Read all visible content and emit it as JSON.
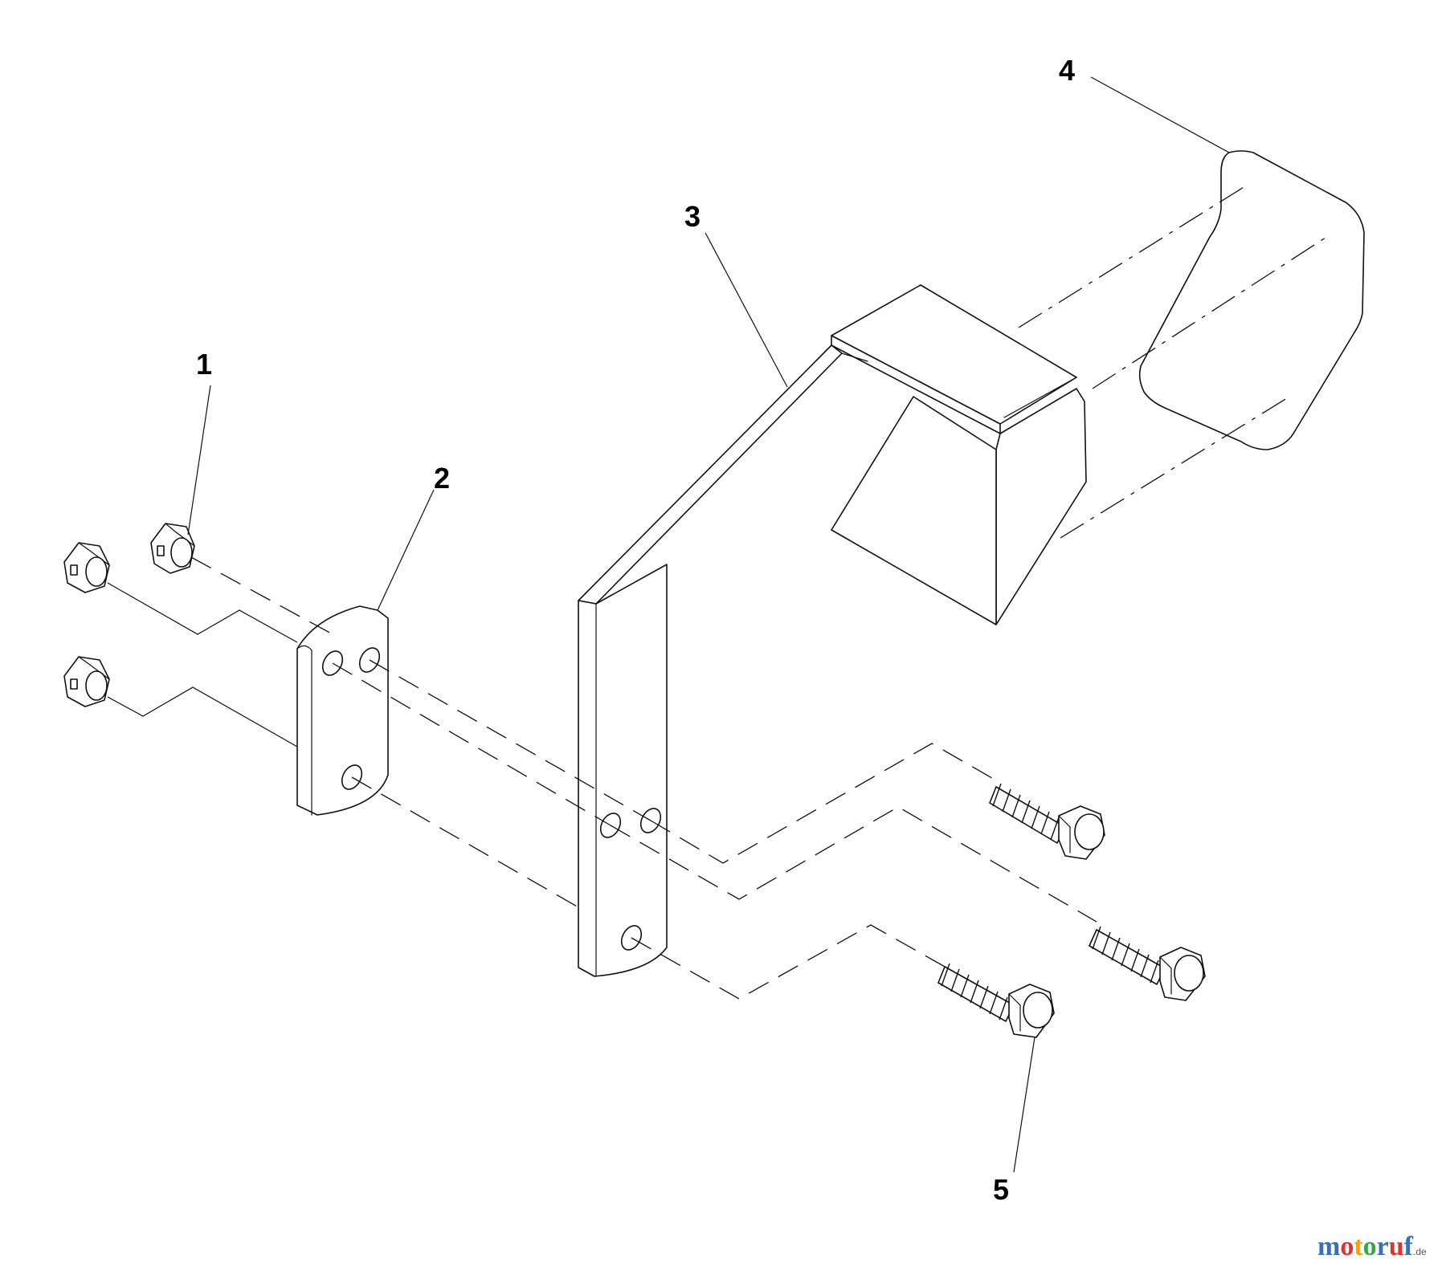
{
  "callouts": {
    "c1": "1",
    "c2": "2",
    "c3": "3",
    "c4": "4",
    "c5": "5"
  },
  "watermark": {
    "letters": [
      "m",
      "o",
      "t",
      "o",
      "r",
      "u",
      "f"
    ],
    "tld": ".de",
    "colors": {
      "blue": "#3a6fb4",
      "red": "#e0332e",
      "orange": "#f0a11c",
      "green": "#3aa64a"
    }
  }
}
